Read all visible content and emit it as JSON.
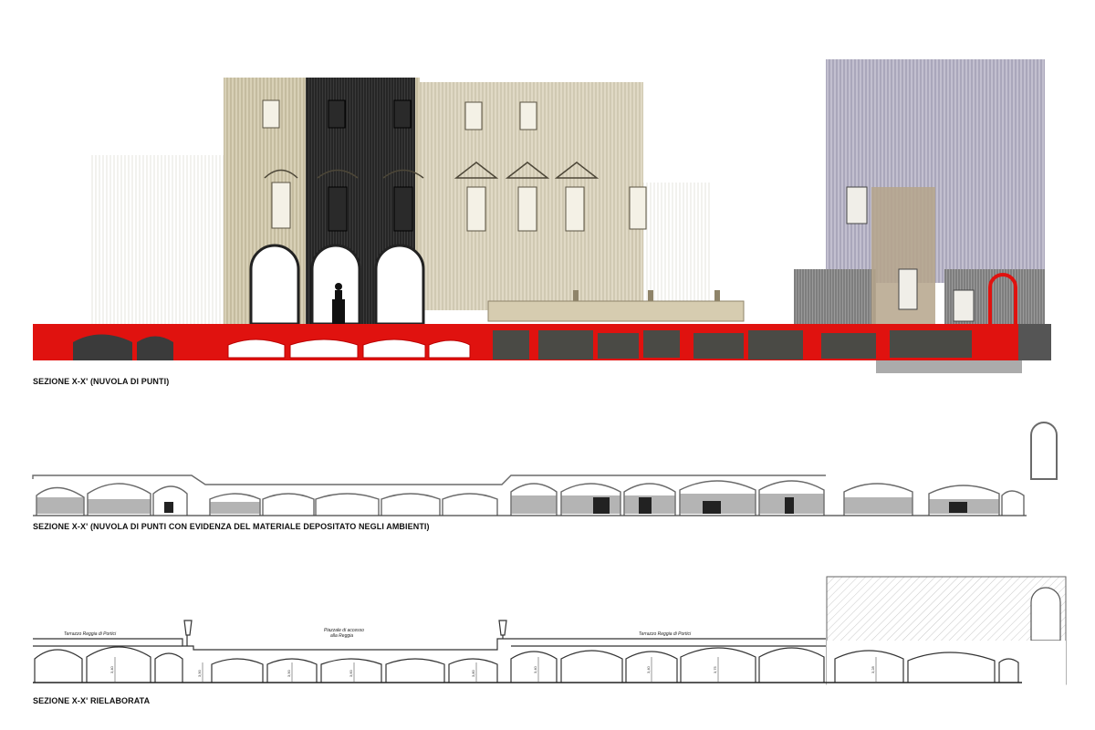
{
  "captions": {
    "cloud": "SEZIONE X-X' (NUVOLA DI PUNTI)",
    "cloud_material": "SEZIONE X-X' (NUVOLA DI PUNTI CON EVIDENZA DEL MATERIALE DEPOSITATO NEGLI AMBIENTI)",
    "reworked": "SEZIONE X-X' RIELABORATA"
  },
  "labels": {
    "terrace_left": "Terrazzo Reggia di Portici",
    "square_line1": "Piazzale di accesso",
    "square_line2": "alla Reggia",
    "terrace_right": "Terrazzo Reggia di Portici"
  },
  "dims": [
    "3,40",
    "3,90",
    "3,90",
    "3,60",
    "3,80",
    "3,40",
    "3,40",
    "3,75",
    "3,28"
  ],
  "colors": {
    "section_red": "#e0120f",
    "cloud_dark": "#1c1c1c",
    "cloud_stone": "#b9ad8a",
    "cloud_grey": "#8a8a8a",
    "cloud_blue": "#8d8fb8",
    "line": "#333333"
  }
}
